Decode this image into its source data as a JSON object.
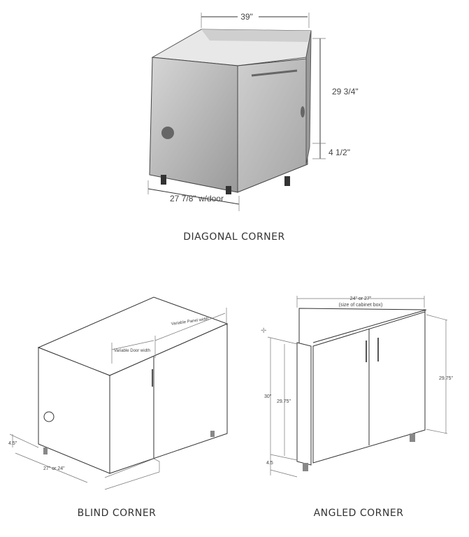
{
  "diagrams": [
    {
      "caption": "DIAGONAL CORNER",
      "dimensions": {
        "width": "39\"",
        "height": "29 3/4\"",
        "toe_kick": "4 1/2\"",
        "depth": "27 7/8\" w/door"
      }
    },
    {
      "caption": "BLIND CORNER",
      "dimensions": {
        "panel": "Variable Panel width",
        "door": "Variable Door width",
        "toe_kick": "4.5\"",
        "depth": "27\" or 24\""
      }
    },
    {
      "caption": "ANGLED CORNER",
      "dimensions": {
        "width": "24\" or 27\"",
        "width_note": "(size of cabinet box)",
        "overall_height": "30\"",
        "box_height_left": "29.75\"",
        "toe_kick": "4.5",
        "box_height_right": "29.75\""
      }
    }
  ],
  "colors": {
    "panel": "#b9b9b9",
    "panel_dark": "#8f8f8f",
    "line": "#333333"
  }
}
